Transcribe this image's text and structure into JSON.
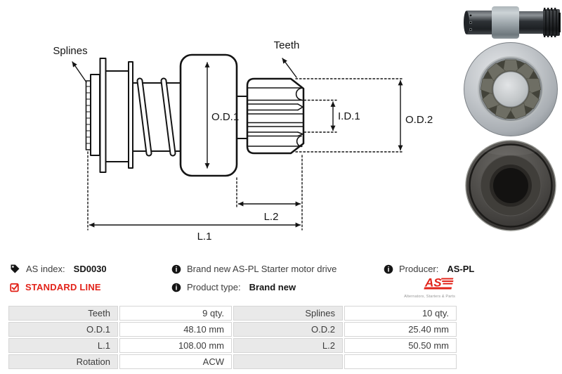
{
  "diagram": {
    "labels": {
      "splines": "Splines",
      "teeth": "Teeth",
      "od1": "O.D.1",
      "id1": "I.D.1",
      "od2": "O.D.2",
      "l2": "L.2",
      "l1": "L.1"
    }
  },
  "info": {
    "as_index_label": "AS index:",
    "as_index_value": "SD0030",
    "standard_line": "STANDARD LINE",
    "description": "Brand new AS-PL Starter motor drive",
    "product_type_label": "Product type:",
    "product_type_value": "Brand new",
    "producer_label": "Producer:",
    "producer_value": "AS-PL",
    "logo_mark": "AS",
    "logo_tagline": "Alternators, Starters & Parts",
    "accent_color": "#e2231a"
  },
  "icons": {
    "info_glyph": "i",
    "as_index": "tag-icon",
    "standard_line": "checkbox-checked-icon",
    "description": "info-icon"
  },
  "table": {
    "rows": [
      [
        "Teeth",
        "9 qty.",
        "Splines",
        "10 qty."
      ],
      [
        "O.D.1",
        "48.10 mm",
        "O.D.2",
        "25.40 mm"
      ],
      [
        "L.1",
        "108.00 mm",
        "L.2",
        "50.50 mm"
      ],
      [
        "Rotation",
        "ACW",
        "",
        ""
      ]
    ]
  }
}
